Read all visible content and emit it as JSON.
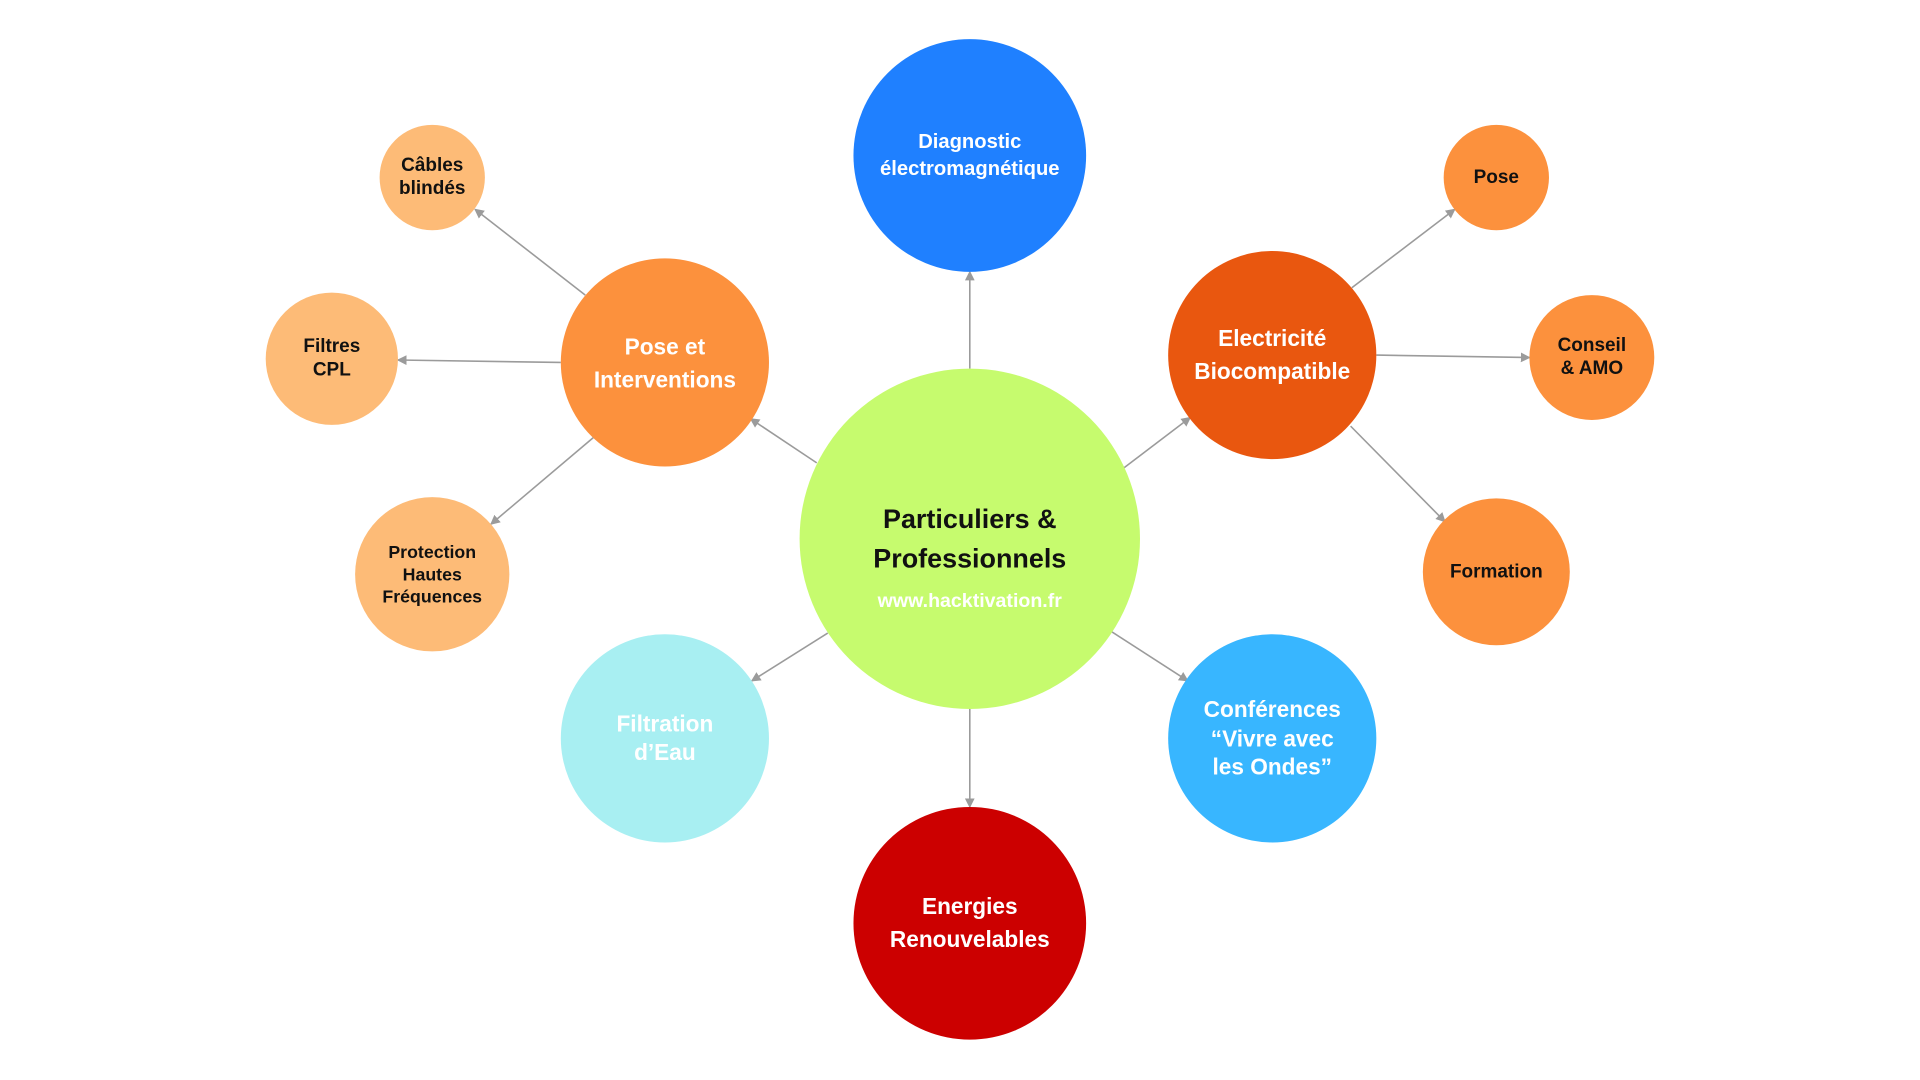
{
  "arrow_color": "#9b9b9b",
  "center": {
    "title_lines": [
      "Particuliers &",
      "Professionnels"
    ],
    "url": "www.hacktivation.fr",
    "color": "#c6fb6e"
  },
  "services": {
    "diagnostic": {
      "lines": [
        "Diagnostic",
        "électromagnétique"
      ],
      "color": "#1f80ff"
    },
    "electricite": {
      "lines": [
        "Electricité",
        "Biocompatible"
      ],
      "color": "#e9570f"
    },
    "pose_interventions": {
      "lines": [
        "Pose et",
        "Interventions"
      ],
      "color": "#fc913d"
    },
    "filtration": {
      "lines": [
        "Filtration",
        "d’Eau"
      ],
      "color": "#a8eff2"
    },
    "energies": {
      "lines": [
        "Energies",
        "Renouvelables"
      ],
      "color": "#cc0000"
    },
    "conferences": {
      "lines": [
        "Conférences",
        "“Vivre avec",
        "les Ondes”"
      ],
      "color": "#38b6ff"
    }
  },
  "electricite_children": {
    "pose": {
      "lines": [
        "Pose"
      ],
      "color": "#fc913d"
    },
    "conseil": {
      "lines": [
        "Conseil",
        "& AMO"
      ],
      "color": "#fc913d"
    },
    "formation": {
      "lines": [
        "Formation"
      ],
      "color": "#fc913d"
    }
  },
  "pose_children": {
    "cables": {
      "lines": [
        "Câbles",
        "blindés"
      ],
      "color": "#fdbb77"
    },
    "filtres": {
      "lines": [
        "Filtres",
        "CPL"
      ],
      "color": "#fdbb77"
    },
    "protection": {
      "lines": [
        "Protection",
        "Hautes",
        "Fréquences"
      ],
      "color": "#fdbb77"
    }
  }
}
